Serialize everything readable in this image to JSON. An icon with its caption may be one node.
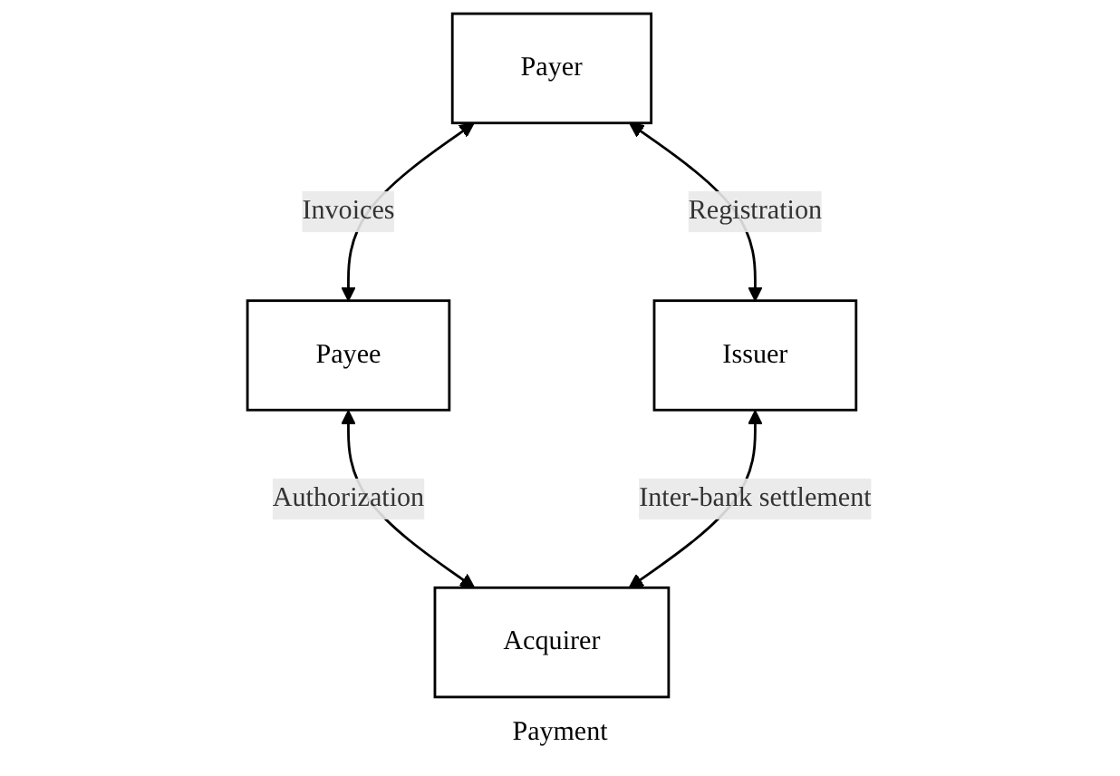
{
  "diagram": {
    "nodes": [
      {
        "text": [
          "Payer"
        ]
      },
      {
        "text": [
          "Payee"
        ]
      },
      {
        "text": [
          "Issuer"
        ]
      },
      {
        "text": [
          "Acquirer"
        ]
      }
    ],
    "edges": [
      {
        "from": 0,
        "to": 1,
        "arrow": "both",
        "label": "Invoices"
      },
      {
        "from": 0,
        "to": 2,
        "arrow": "both",
        "label": "Registration"
      },
      {
        "from": 1,
        "to": 3,
        "arrow": "both",
        "label": "Authorization"
      },
      {
        "from": 2,
        "to": 3,
        "arrow": "both",
        "label": "Inter-bank settlement"
      }
    ],
    "labels": [
      "Payment"
    ]
  }
}
